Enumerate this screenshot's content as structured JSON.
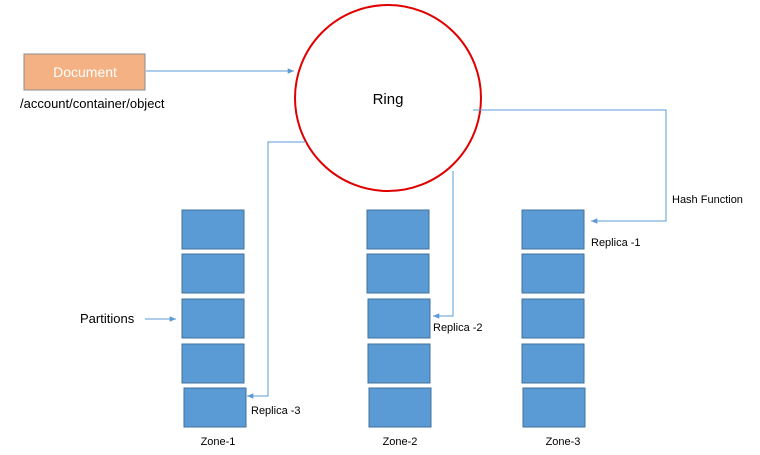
{
  "document": {
    "label": "Document",
    "path": "/account/container/object",
    "fill": "#f4b183"
  },
  "ring": {
    "label": "Ring",
    "stroke": "#e00000"
  },
  "hash_function": "Hash Function",
  "partitions_label": "Partitions",
  "replicas": [
    "Replica -1",
    "Replica -2",
    "Replica -3"
  ],
  "zones": [
    "Zone-1",
    "Zone-2",
    "Zone-3"
  ],
  "colors": {
    "partition": "#5b9bd5",
    "partition_border": "#41719c",
    "arrow": "#5b9bd5"
  }
}
